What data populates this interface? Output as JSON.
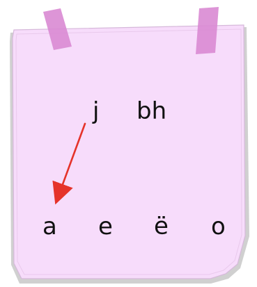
{
  "top_row": {
    "items": [
      "j",
      "bh"
    ]
  },
  "bottom_row": {
    "items": [
      "a",
      "e",
      "ë",
      "o"
    ]
  },
  "arrow": {
    "from": "j",
    "to": "a",
    "color": "#e5332a"
  },
  "colors": {
    "note": "#f7dcfb",
    "tape": "#d98ad3",
    "shadow": "#c8c8c8",
    "text": "#111111"
  }
}
